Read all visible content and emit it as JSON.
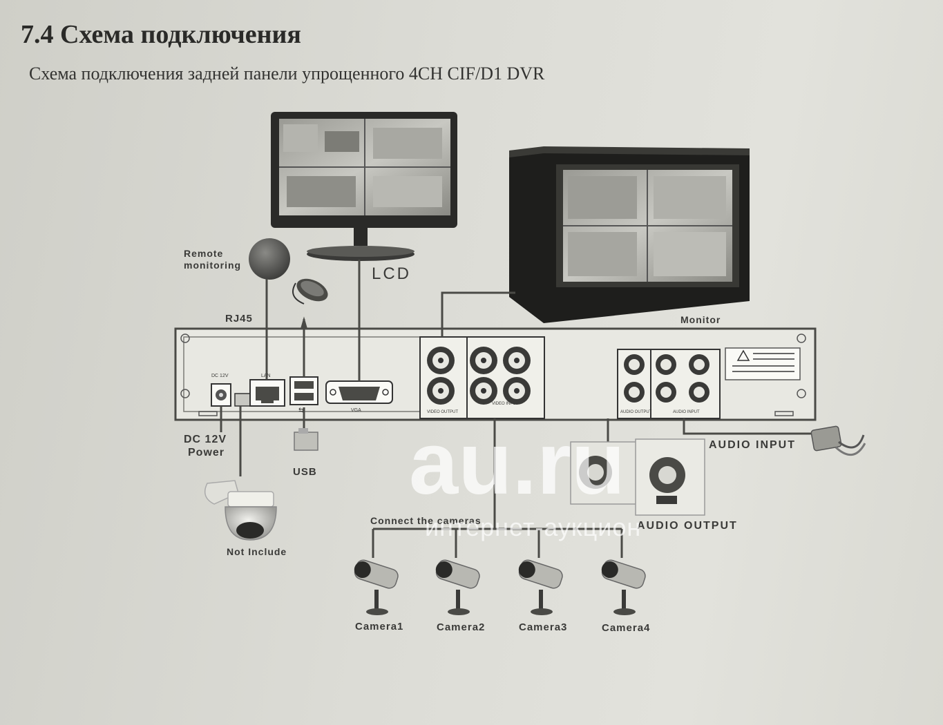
{
  "section_title": "7.4 Схема подключения",
  "subtitle": "Схема подключения задней панели упрощенного 4CH CIF/D1 DVR",
  "labels": {
    "remote_monitoring_line1": "Remote",
    "remote_monitoring_line2": "monitoring",
    "lcd": "LCD",
    "monitor": "Monitor",
    "rj45": "RJ45",
    "dc12v_port": "DC 12V",
    "lan_port": "LAN",
    "vga_port": "VGA",
    "video_output_port": "VIDEO OUTPUT",
    "video_input_port": "VIDEO INPUT",
    "audio_output_port": "AUDIO OUTPUT",
    "audio_input_port": "AUDIO INPUT",
    "dc_power_line1": "DC 12V",
    "dc_power_line2": "Power",
    "usb": "USB",
    "not_include": "Not Include",
    "audio_input": "AUDIO INPUT",
    "audio_output": "AUDIO OUTPUT",
    "connect_cameras": "Connect the cameras",
    "camera1": "Camera1",
    "camera2": "Camera2",
    "camera3": "Camera3",
    "camera4": "Camera4"
  },
  "watermark": {
    "logo": "au.ru",
    "tagline": "интернет-аукцион"
  }
}
